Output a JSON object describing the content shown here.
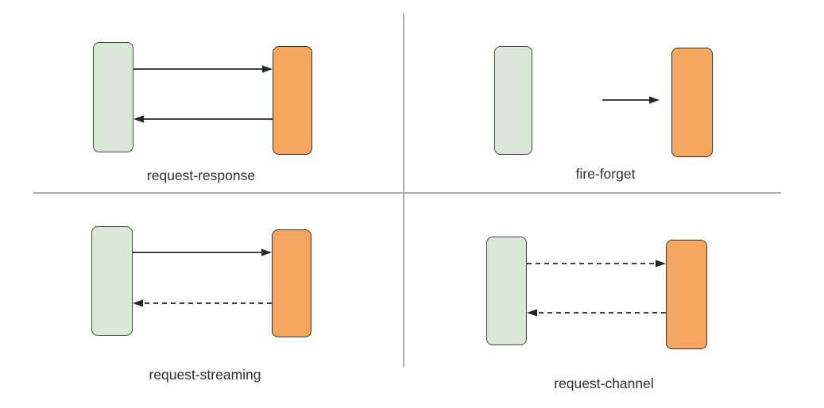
{
  "theme": {
    "background": "#ffffff",
    "divider_color": "#afafaf",
    "requester_fill": "#d9e8d4",
    "requester_stroke": "#3f4a3f",
    "responder_fill": "#f3a660",
    "responder_stroke": "#3e3227",
    "arrow_color": "#262626",
    "label_color": "#2f2f2f"
  },
  "panels": [
    {
      "id": "request-response",
      "label": "request-response",
      "arrows": [
        {
          "direction": "right",
          "style": "solid"
        },
        {
          "direction": "left",
          "style": "solid"
        }
      ]
    },
    {
      "id": "fire-forget",
      "label": "fire-forget",
      "arrows": [
        {
          "direction": "right",
          "style": "solid"
        }
      ]
    },
    {
      "id": "request-streaming",
      "label": "request-streaming",
      "arrows": [
        {
          "direction": "right",
          "style": "solid"
        },
        {
          "direction": "left",
          "style": "dashed"
        }
      ]
    },
    {
      "id": "request-channel",
      "label": "request-channel",
      "arrows": [
        {
          "direction": "right",
          "style": "dashed"
        },
        {
          "direction": "left",
          "style": "dashed"
        }
      ]
    }
  ]
}
